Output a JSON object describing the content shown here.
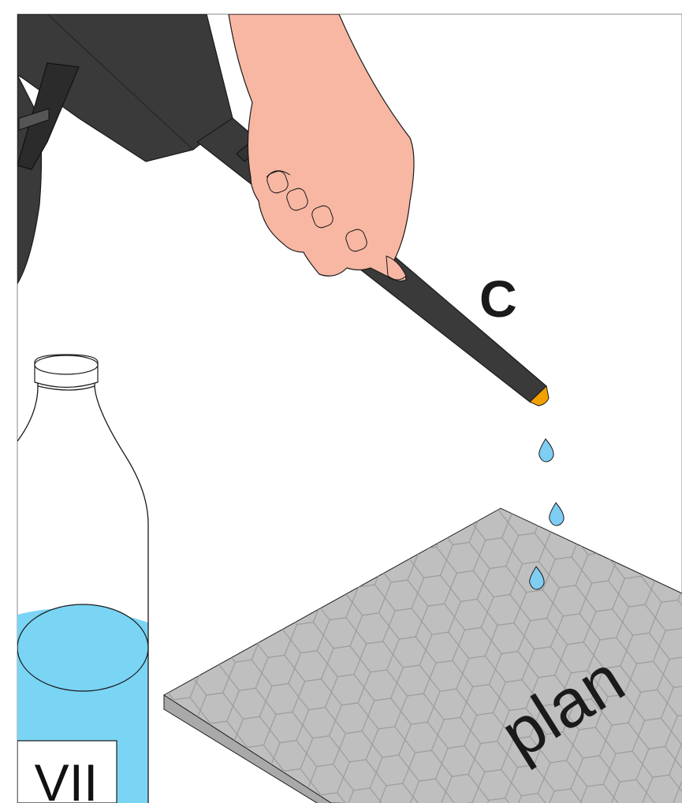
{
  "labels": {
    "probe_label": "C",
    "bottle_label": "VII",
    "surface_label": "plan"
  },
  "colors": {
    "device": "#3a3a3a",
    "device_dark": "#2b2b2b",
    "skin": "#f7b7a3",
    "liquid": "#7ad4f4",
    "droplet": "#7ecdf2",
    "plate": "#bfbfbf",
    "hex_line": "#9b9b9b",
    "tip": "#f0a000",
    "outline": "#1a1a1a"
  },
  "icons": [
    "spray-device-icon",
    "hand-icon",
    "bottle-icon",
    "droplet-icon",
    "hexagonal-plate-icon"
  ]
}
